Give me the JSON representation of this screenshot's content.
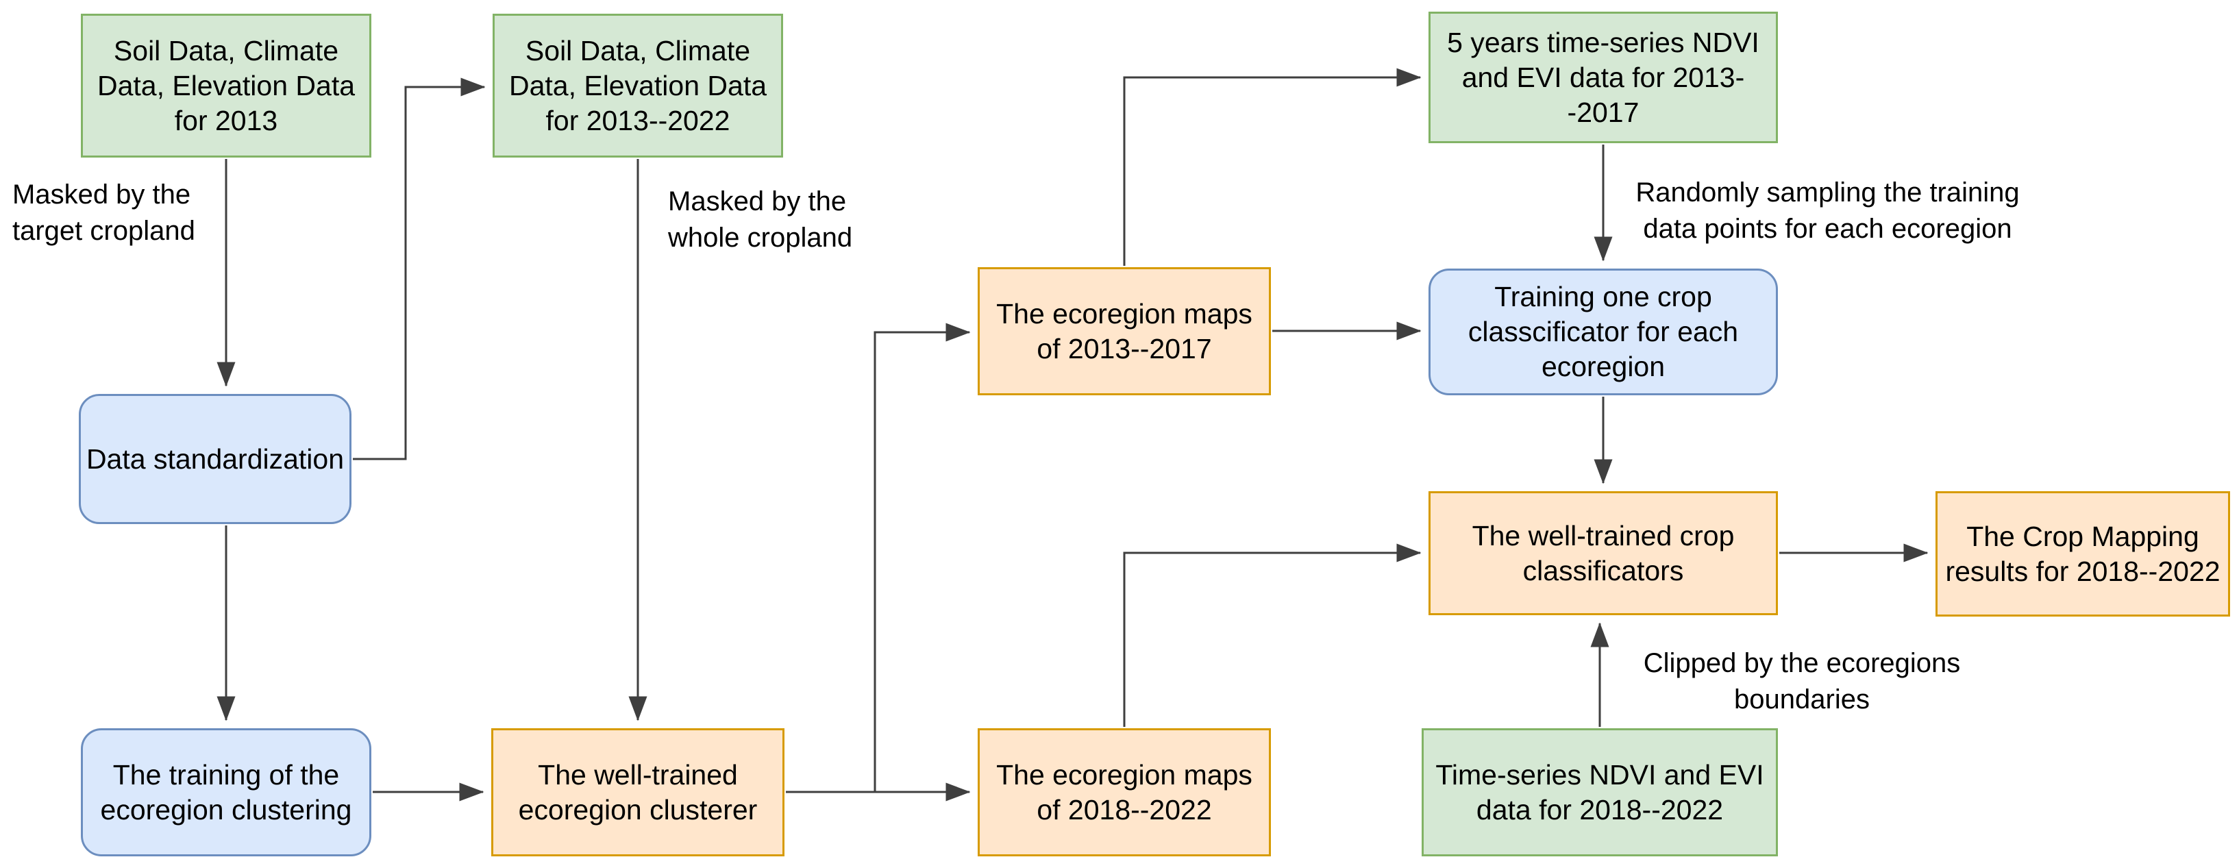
{
  "colors": {
    "green_fill": "#d5e8d4",
    "green_border": "#82b366",
    "blue_fill": "#dae8fc",
    "blue_border": "#6c8ebf",
    "orange_fill": "#ffe6cc",
    "orange_border": "#d79b00",
    "edge": "#3f3f3f",
    "text": "#000000"
  },
  "nodes": {
    "soil_2013": {
      "label": "Soil Data, Climate\nData, Elevation Data\nfor 2013"
    },
    "soil_2013_2022": {
      "label": "Soil Data, Climate\nData, Elevation Data\nfor 2013--2022"
    },
    "ndvi_2013_2017": {
      "label": "5 years time-series NDVI\nand EVI data for 2013-\n-2017"
    },
    "ecoregion_maps_2013_2017": {
      "label": "The ecoregion maps\nof 2013--2017"
    },
    "training_one_classificator": {
      "label": "Training one crop\nclasscificator for each\necoregion"
    },
    "data_standardization": {
      "label": "Data standardization"
    },
    "well_trained_crop_classificators": {
      "label": "The well-trained crop\nclassificators"
    },
    "crop_mapping_results": {
      "label": "The Crop Mapping\nresults for 2018--2022"
    },
    "training_ecoregion_clustering": {
      "label": "The training of the\necoregion clustering"
    },
    "well_trained_ecoregion_clusterer": {
      "label": "The well-trained\necoregion clusterer"
    },
    "ecoregion_maps_2018_2022": {
      "label": "The ecoregion maps\nof 2018--2022"
    },
    "ndvi_2018_2022": {
      "label": "Time-series NDVI and EVI\ndata for 2018--2022"
    }
  },
  "edge_labels": {
    "masked_target": "Masked by the\ntarget cropland",
    "masked_whole": "Masked by the\nwhole cropland",
    "random_sampling": "Randomly sampling the training\ndata points for each ecoregion",
    "clipped": "Clipped by the ecoregions\nboundaries"
  }
}
